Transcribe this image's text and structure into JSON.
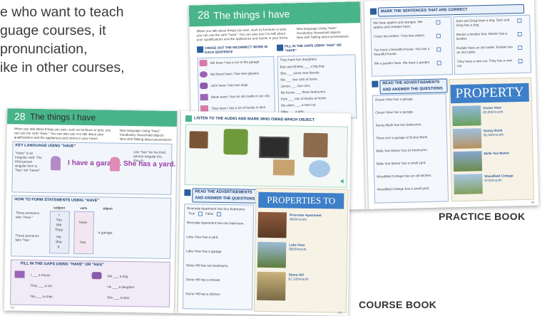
{
  "intro_lines": [
    "e who want to teach",
    "guage courses, it",
    "pronunciation,",
    "ike in other courses,"
  ],
  "captions": {
    "practice": "PRACTICE BOOK",
    "course": "COURSE BOOK"
  },
  "practice_book": {
    "left": {
      "unit_number": "28",
      "unit_title": "The things I have",
      "intro": "When you talk about things you own, such as furniture or pets, you can use the verb \"have.\" You can also use it to talk about your qualifications and the appliances and rooms in your home.",
      "legend": [
        "New language Using \"have\"",
        "Vocabulary Household objects",
        "New skill Talking about possessions"
      ],
      "ex1_num": "28.1",
      "ex1_title": "CROSS OUT THE INCORRECT WORD IN EACH SENTENCE",
      "ex1_items": [
        "We have / has a car in the garage.",
        "My friend have / has new glasses.",
        "John have / has two dogs.",
        "Steve have / has an old castle in our city.",
        "They have / has a lot of books in their town."
      ],
      "ex2_num": "28.2",
      "ex2_title": "FILL IN THE GAPS USING \"HAS\" OR \"HAVE\"",
      "ex2_example": "They have two daughters.",
      "ex2_items": [
        "Bob and Shirley ___ a big dog.",
        "She ___ some new friends.",
        "We ___ two cats at home.",
        "James ___ two cars.",
        "My house ___ three bedrooms.",
        "Pam ___ lots of books at home.",
        "My sister ___ a new car.",
        "Mike ___ a pen."
      ]
    },
    "right": {
      "ex3_num": "28.3",
      "ex3_title": "MARK THE SENTENCES THAT ARE CORRECT",
      "ex3_items_left": [
        "We have apples and oranges. We apples and oranges have.",
        "I have two sisters. I has two sisters.",
        "You have a beautiful house. You has a beautiful house.",
        "We a garden have. We have a garden."
      ],
      "ex3_items_right": [
        "Sam and Greg have a dog. Sam and Greg has a dog.",
        "Marlon a brother has. Marlon has a brother.",
        "Rodale have an old castle. Rodale has an old castle.",
        "They have a new car. They has a new car."
      ],
      "ex4_num": "28.4",
      "ex4_title": "READ THE ADVERTISEMENTS AND ANSWER THE QUESTIONS",
      "ex4_items": [
        "Ocean View has a garage.",
        "Ocean View has a garage.",
        "Sunny Bank has two bedrooms.",
        "There isn't a garage at Sunny Bank.",
        "Belle Vue Manor has six bedrooms.",
        "Belle Vue Manor has a small yard.",
        "Woodfield Cottage has an old kitchen.",
        "Woodfield Cottage has a small yard."
      ],
      "ad_banner": "PROPERTY",
      "ad_listings": [
        {
          "name": "Ocean View",
          "price": "$2,000/month"
        },
        {
          "name": "Sunny Bank",
          "price": "$1,500/month"
        },
        {
          "name": "Belle Vue Manor",
          "price": ""
        },
        {
          "name": "Woodfield Cottage",
          "price": "$700/month"
        }
      ],
      "page_number": "89"
    }
  },
  "course_book": {
    "left": {
      "unit_number": "28",
      "unit_title": "The things I have",
      "intro": "When you talk about things you own, such as furniture or pets, you can use the verb \"have.\" You can also use it to talk about your qualifications and the appliances and rooms in your home.",
      "legend": [
        "New language Using \"have\"",
        "Vocabulary Household objects",
        "New skill Talking about possessions"
      ],
      "sec1_num": "28.1",
      "sec1_title": "KEY LANGUAGE USING \"HAVE\"",
      "sec1_note": "\"Have\" is an irregular verb. The third person singular form is \"has\" not \"haves\".",
      "sec1_note2": "Use \"has\" for the third person singular (he, she, it).",
      "example1": "I have a garage.",
      "example2": "She has a yard.",
      "sec2_num": "28.2",
      "sec2_title": "HOW TO FORM STATEMENTS USING \"HAVE\"",
      "table_headers": [
        "subject",
        "verb",
        "object"
      ],
      "table_subjects_a": [
        "I",
        "You",
        "We",
        "They"
      ],
      "table_subjects_b": [
        "He",
        "She",
        "It"
      ],
      "table_verbs": [
        "have",
        "has"
      ],
      "table_object": "a garage.",
      "side_notes": [
        "These pronouns take \"have.\"",
        "These pronouns take \"has.\""
      ],
      "sec3_num": "28.3",
      "sec3_title": "FILL IN THE GAPS USING \"HAVE\" OR \"HAS\"",
      "sec3_items": [
        "I ___ a house.",
        "We ___ a dog.",
        "They ___ a car.",
        "He ___ a daughter.",
        "You ___ a chair.",
        "She ___ a door."
      ],
      "page_number": "102"
    },
    "right": {
      "ex1_num": "28.4",
      "ex1_title": "LISTEN TO THE AUDIO AND MARK WHO OWNS WHICH OBJECT",
      "ex2_num": "28.5",
      "ex2_title": "READ THE ADVERTISEMENTS AND ANSWER THE QUESTIONS",
      "ex2_items": [
        "Riverside Apartment has four bedrooms.",
        "Riverside Apartment has one bathroom.",
        "Lake View has a yard.",
        "Lake View has a garage.",
        "Stone Hill has two bedrooms.",
        "Stone Hill has a shower.",
        "Stone Hill has a kitchen."
      ],
      "true_label": "True",
      "false_label": "False",
      "ad_banner": "PROPERTIES TO RENT",
      "ad_listings": [
        {
          "name": "Riverside Apartment",
          "price": "$600/month"
        },
        {
          "name": "Lake View",
          "price": "$950/month"
        },
        {
          "name": "Stone Hill",
          "price": "$1,100/month"
        }
      ],
      "page_number": "103"
    }
  }
}
